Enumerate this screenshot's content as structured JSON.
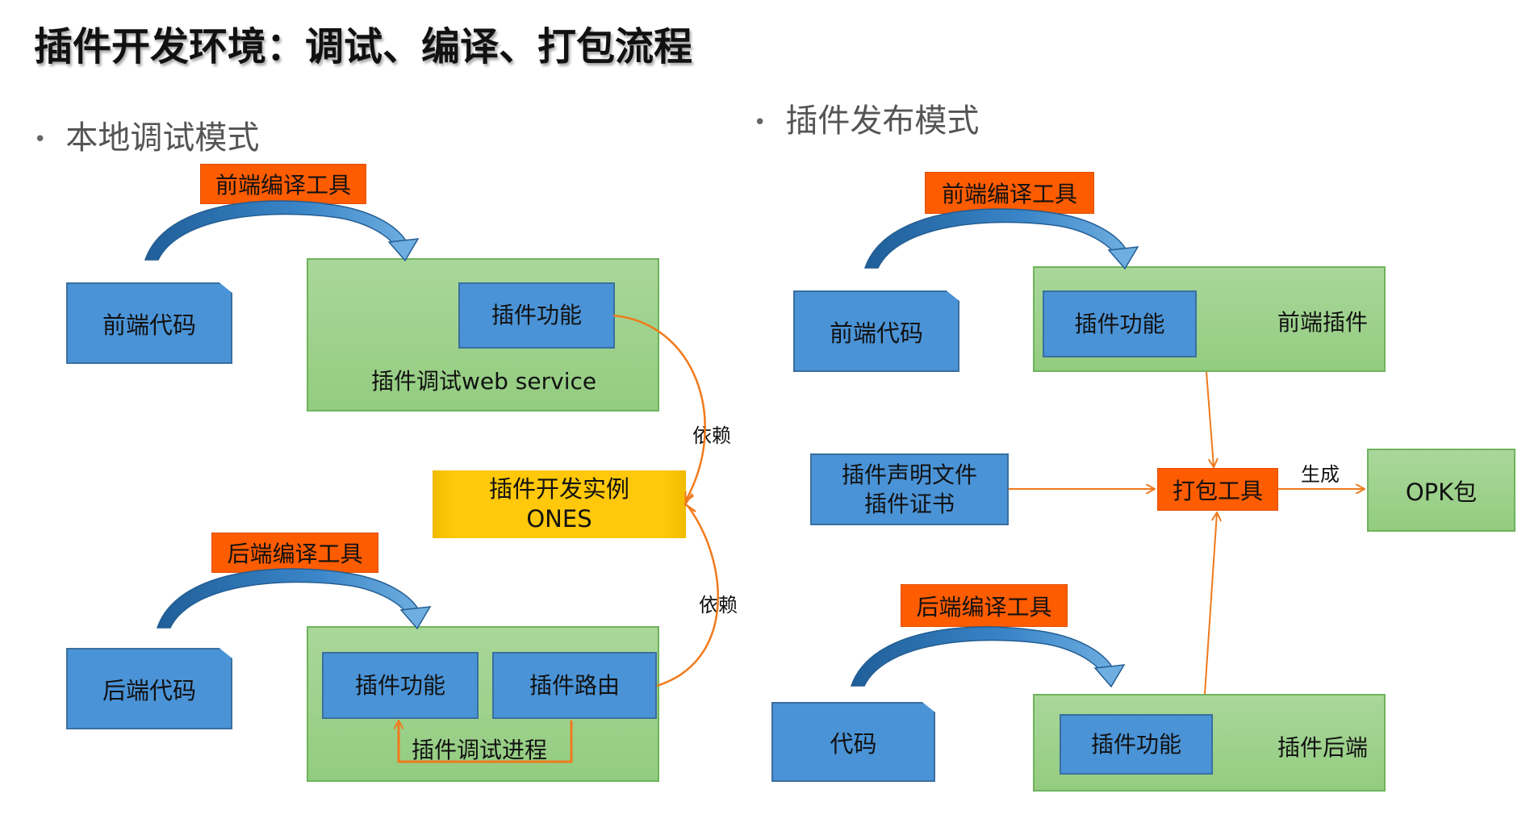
{
  "title": "插件开发环境：调试、编译、打包流程",
  "colors": {
    "orange_label": "#fe5c00",
    "blue_box": "#4a93d6",
    "green_box": "#9fd38f",
    "yellow_box": "#ffc80a",
    "connector_orange": "#f07a1c",
    "curved_arrow": "#2e75b6"
  },
  "left": {
    "heading": "本地调试模式",
    "frontend": {
      "tool_label": "前端编译工具",
      "source_label": "前端代码",
      "container_label": "插件调试web service",
      "feature_label": "插件功能"
    },
    "center": {
      "line1": "插件开发实例",
      "line2": "ONES",
      "dep_upper": "依赖",
      "dep_lower": "依赖"
    },
    "backend": {
      "tool_label": "后端编译工具",
      "source_label": "后端代码",
      "container_label": "插件调试进程",
      "feature_label": "插件功能",
      "route_label": "插件路由"
    }
  },
  "right": {
    "heading": "插件发布模式",
    "frontend": {
      "tool_label": "前端编译工具",
      "source_label": "前端代码",
      "container_label": "前端插件",
      "feature_label": "插件功能"
    },
    "declaration": {
      "line1": "插件声明文件",
      "line2": "插件证书"
    },
    "pack_tool": "打包工具",
    "generate_label": "生成",
    "output_label": "OPK包",
    "backend": {
      "tool_label": "后端编译工具",
      "source_label": "代码",
      "container_label": "插件后端",
      "feature_label": "插件功能"
    }
  }
}
